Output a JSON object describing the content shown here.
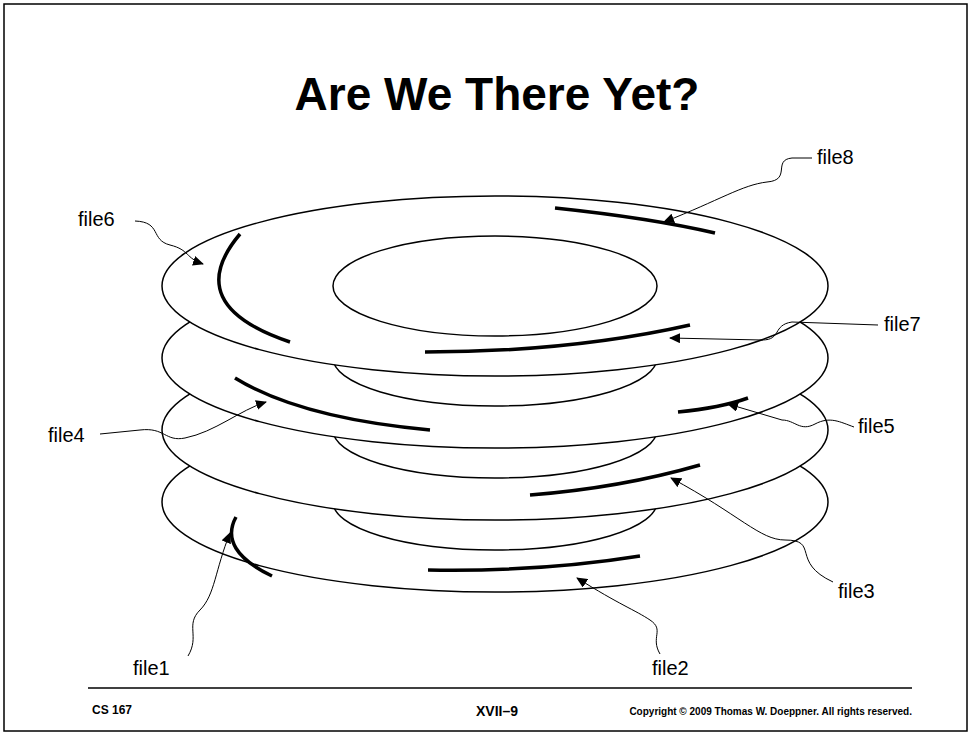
{
  "diagram": {
    "title": "Are We There Yet?",
    "labels": [
      "file8",
      "file6",
      "file7",
      "file4",
      "file5",
      "file3",
      "file1",
      "file2",
      "CS 167",
      "XVII–9",
      "Copyright © 2009 Thomas W. Doeppner. All rights reserved."
    ]
  }
}
